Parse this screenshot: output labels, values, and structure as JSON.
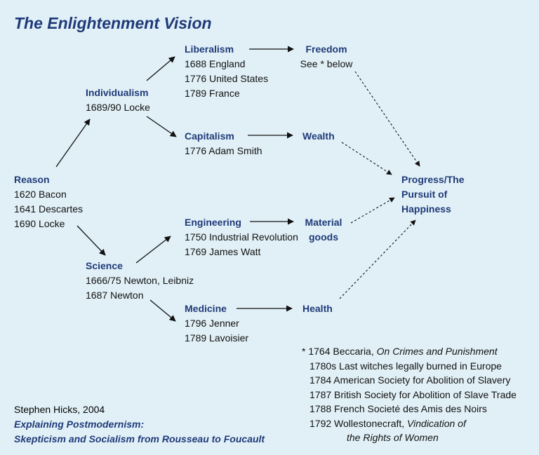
{
  "title": "The Enlightenment Vision",
  "nodes": {
    "reason": {
      "head": "Reason",
      "lines": [
        "1620 Bacon",
        "1641 Descartes",
        "1690 Locke"
      ]
    },
    "individualism": {
      "head": "Individualism",
      "lines": [
        "1689/90 Locke"
      ]
    },
    "science": {
      "head": "Science",
      "lines": [
        "1666/75 Newton, Leibniz",
        "1687 Newton"
      ]
    },
    "liberalism": {
      "head": "Liberalism",
      "lines": [
        "1688 England",
        "1776 United States",
        "1789 France"
      ]
    },
    "capitalism": {
      "head": "Capitalism",
      "lines": [
        "1776 Adam Smith"
      ]
    },
    "engineering": {
      "head": "Engineering",
      "lines": [
        "1750 Industrial Revolution",
        "1769 James Watt"
      ]
    },
    "medicine": {
      "head": "Medicine",
      "lines": [
        "1796 Jenner",
        "1789 Lavoisier"
      ]
    },
    "freedom": {
      "head": "Freedom",
      "lines": [
        "See * below"
      ]
    },
    "wealth": {
      "head": "Wealth",
      "lines": []
    },
    "material_goods": {
      "head": "Material goods",
      "lines": []
    },
    "health": {
      "head": "Health",
      "lines": []
    },
    "progress": {
      "head": "Progress/The Pursuit of Happiness",
      "lines": []
    }
  },
  "credit": {
    "author": "Stephen Hicks, 2004",
    "book_line1": "Explaining Postmodernism:",
    "book_line2": "Skepticism and Socialism from Rousseau to Foucault"
  },
  "notes": {
    "n1_prefix": "* 1764 Beccaria, ",
    "n1_title": "On Crimes and Punishment",
    "n2": "1780s Last witches legally burned in Europe",
    "n3": "1784 American Society for Abolition of Slavery",
    "n4": "1787 British Society for Abolition of Slave Trade",
    "n5": "1788 French Societé des Amis des Noirs",
    "n6_prefix": "1792 Wollestonecraft, ",
    "n6_title_a": "Vindication of",
    "n6_title_b": "the Rights of Women"
  },
  "colors": {
    "background": "#e1f0f7",
    "heading": "#1f3a78",
    "text": "#111111"
  }
}
